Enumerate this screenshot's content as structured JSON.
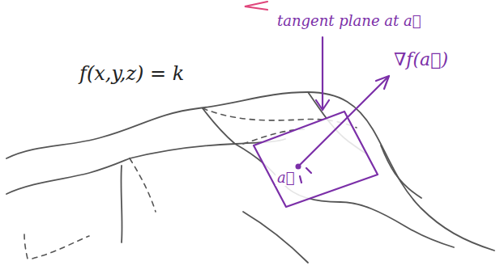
{
  "diagram": {
    "labels": [
      "f(x,y,z) = k",
      "tangent plane at a⃗",
      "∇f(a⃗)",
      "a⃗"
    ]
  }
}
